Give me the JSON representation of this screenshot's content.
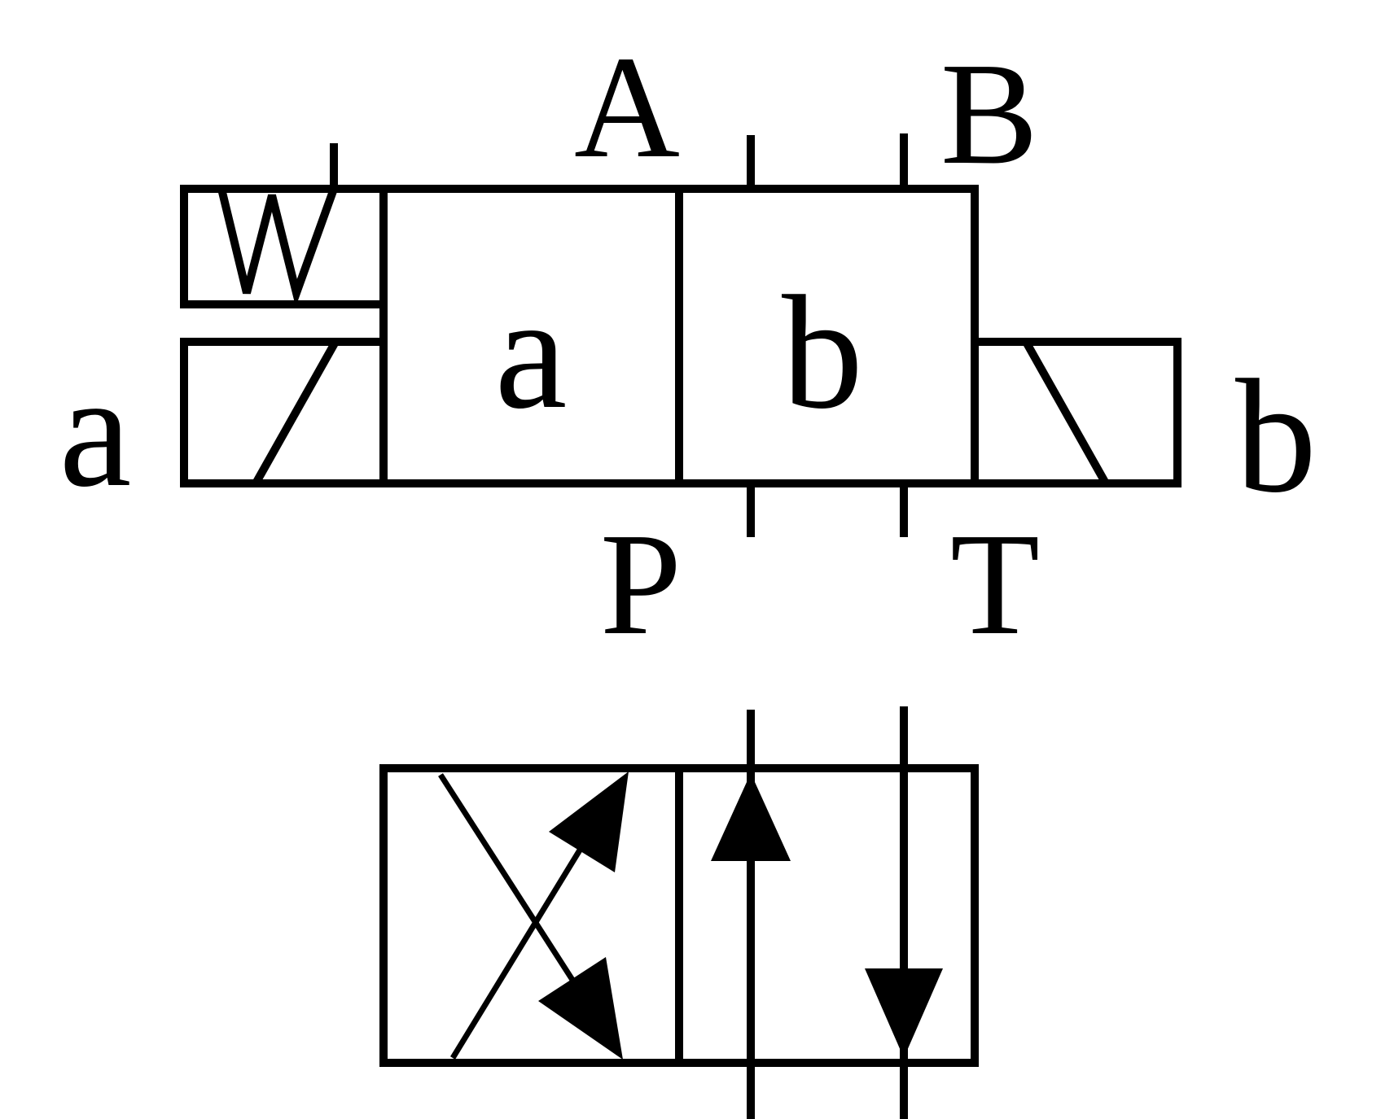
{
  "ports": {
    "A": "A",
    "B": "B",
    "P": "P",
    "T": "T"
  },
  "positions": {
    "a": "a",
    "b": "b"
  },
  "actuators": {
    "left": "a",
    "right": "b"
  },
  "colors": {
    "line": "#000000",
    "background": "#ffffff"
  }
}
